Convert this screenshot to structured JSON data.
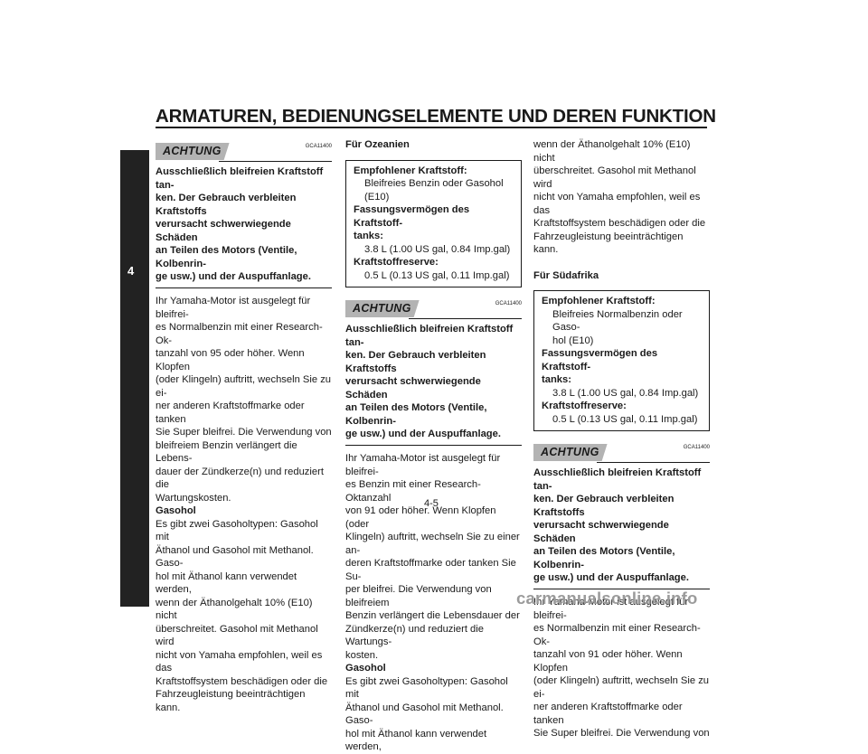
{
  "header": {
    "title": "ARMATUREN, BEDIENUNGSELEMENTE UND DEREN FUNKTION"
  },
  "chapter_tab": "4",
  "page_number": "4-5",
  "left_column": {
    "notice": {
      "badge": "ACHTUNG",
      "code": "GCA11400",
      "lines": [
        "Ausschließlich bleifreien Kraftstoff tan-",
        "ken. Der Gebrauch verbleiten Kraftstoffs",
        "verursacht schwerwiegende Schäden",
        "an Teilen des Motors (Ventile, Kolbenrin-",
        "ge usw.) und der Auspuffanlage."
      ]
    },
    "body_lines": [
      "Ihr Yamaha-Motor ist ausgelegt für bleifrei-",
      "es Normalbenzin mit einer Research-Ok-",
      "tanzahl von 95 oder höher. Wenn Klopfen",
      "(oder Klingeln) auftritt, wechseln Sie zu ei-",
      "ner anderen Kraftstoffmarke oder tanken",
      "Sie Super bleifrei. Die Verwendung von",
      "bleifreiem Benzin verlängert die Lebens-",
      "dauer der Zündkerze(n) und reduziert die",
      "Wartungskosten."
    ],
    "gasohol_heading": "Gasohol",
    "gasohol_lines": [
      "Es gibt zwei Gasoholtypen: Gasohol mit",
      "Äthanol und Gasohol mit Methanol. Gaso-",
      "hol mit Äthanol kann verwendet werden,",
      "wenn der Äthanolgehalt 10% (E10) nicht",
      "überschreitet. Gasohol mit Methanol wird",
      "nicht von Yamaha empfohlen, weil es das",
      "Kraftstoffsystem beschädigen oder die",
      "Fahrzeugleistung beeinträchtigen kann."
    ]
  },
  "middle_column": {
    "heading": "Für Ozeanien",
    "spec_box": {
      "fuel_label": "Empfohlener Kraftstoff:",
      "fuel_value_lines": [
        "Bleifreies Benzin oder Gasohol",
        "(E10)"
      ],
      "capacity_label_lines": [
        "Fassungsvermögen des Kraftstoff-",
        "tanks:"
      ],
      "capacity_value": "3.8 L (1.00 US gal, 0.84 Imp.gal)",
      "reserve_label": "Kraftstoffreserve:",
      "reserve_value": "0.5 L (0.13 US gal, 0.11 Imp.gal)"
    },
    "notice": {
      "badge": "ACHTUNG",
      "code": "GCA11400",
      "lines": [
        "Ausschließlich bleifreien Kraftstoff tan-",
        "ken. Der Gebrauch verbleiten Kraftstoffs",
        "verursacht schwerwiegende Schäden",
        "an Teilen des Motors (Ventile, Kolbenrin-",
        "ge usw.) und der Auspuffanlage."
      ]
    },
    "body_lines": [
      "Ihr Yamaha-Motor ist ausgelegt für bleifrei-",
      "es Benzin mit einer Research-Oktanzahl",
      "von 91 oder höher. Wenn Klopfen (oder",
      "Klingeln) auftritt, wechseln Sie zu einer an-",
      "deren Kraftstoffmarke oder tanken Sie Su-",
      "per bleifrei. Die Verwendung von bleifreiem",
      "Benzin verlängert die Lebensdauer der",
      "Zündkerze(n) und reduziert die Wartungs-",
      "kosten."
    ],
    "gasohol_heading": "Gasohol",
    "gasohol_lines": [
      "Es gibt zwei Gasoholtypen: Gasohol mit",
      "Äthanol und Gasohol mit Methanol. Gaso-",
      "hol mit Äthanol kann verwendet werden,"
    ]
  },
  "right_column": {
    "intro_lines": [
      "wenn der Äthanolgehalt 10% (E10) nicht",
      "überschreitet. Gasohol mit Methanol wird",
      "nicht von Yamaha empfohlen, weil es das",
      "Kraftstoffsystem beschädigen oder die",
      "Fahrzeugleistung beeinträchtigen kann."
    ],
    "heading": "Für Südafrika",
    "spec_box": {
      "fuel_label": "Empfohlener Kraftstoff:",
      "fuel_value_lines": [
        "Bleifreies Normalbenzin oder Gaso-",
        "hol (E10)"
      ],
      "capacity_label_lines": [
        "Fassungsvermögen des Kraftstoff-",
        "tanks:"
      ],
      "capacity_value": "3.8 L (1.00 US gal, 0.84 Imp.gal)",
      "reserve_label": "Kraftstoffreserve:",
      "reserve_value": "0.5 L (0.13 US gal, 0.11 Imp.gal)"
    },
    "notice": {
      "badge": "ACHTUNG",
      "code": "GCA11400",
      "lines": [
        "Ausschließlich bleifreien Kraftstoff tan-",
        "ken. Der Gebrauch verbleiten Kraftstoffs",
        "verursacht schwerwiegende Schäden",
        "an Teilen des Motors (Ventile, Kolbenrin-",
        "ge usw.) und der Auspuffanlage."
      ]
    },
    "body_lines": [
      "Ihr Yamaha-Motor ist ausgelegt für bleifrei-",
      "es Normalbenzin mit einer Research-Ok-",
      "tanzahl von 91 oder höher. Wenn Klopfen",
      "(oder Klingeln) auftritt, wechseln Sie zu ei-",
      "ner anderen Kraftstoffmarke oder tanken",
      "Sie Super bleifrei. Die Verwendung von"
    ]
  },
  "watermark": "carmanualsonline.info"
}
